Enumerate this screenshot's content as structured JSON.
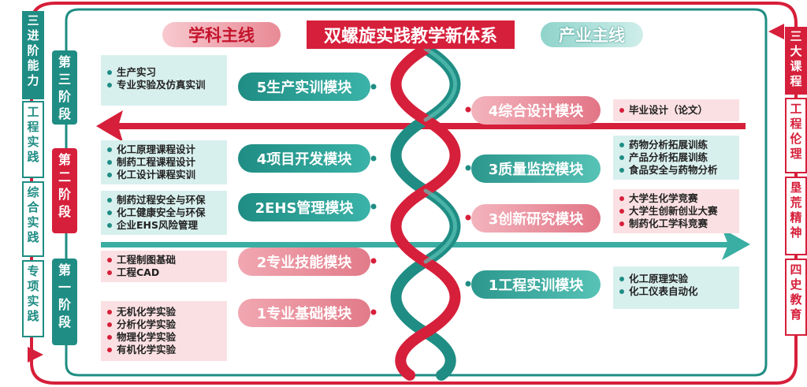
{
  "header": {
    "left": "学科主线",
    "center": "双螺旋实践教学新体系",
    "right": "产业主线"
  },
  "left_side": {
    "title": "三进阶能力",
    "items": [
      "工程实践",
      "综合实践",
      "专项实践"
    ]
  },
  "right_side": {
    "title": "三大课程",
    "items": [
      "工程伦理",
      "垦荒精神",
      "四史教育"
    ]
  },
  "stages": {
    "third": "第三阶段",
    "second": "第二阶段",
    "first": "第一阶段"
  },
  "left_modules": [
    {
      "label": "5生产实训模块",
      "items": [
        "生产实习",
        "专业实验及仿真实训"
      ]
    },
    {
      "label": "4项目开发模块",
      "items": [
        "化工原理课程设计",
        "制药工程课程设计",
        "化工设计课程实训"
      ]
    },
    {
      "label": "2EHS管理模块",
      "items": [
        "制药过程安全与环保",
        "化工健康安全与环保",
        "企业EHS风险管理"
      ]
    },
    {
      "label": "2专业技能模块",
      "items": [
        "工程制图基础",
        "工程CAD"
      ]
    },
    {
      "label": "1专业基础模块",
      "items": [
        "无机化学实验",
        "分析化学实验",
        "物理化学实验",
        "有机化学实验"
      ]
    }
  ],
  "right_modules": [
    {
      "label": "4综合设计模块",
      "items": [
        "毕业设计（论文）"
      ]
    },
    {
      "label": "3质量监控模块",
      "items": [
        "药物分析拓展训练",
        "产品分析拓展训练",
        "食品安全与药物分析"
      ]
    },
    {
      "label": "3创新研究模块",
      "items": [
        "大学生化学竞赛",
        "大学生创新创业大赛",
        "制药化工学科竞赛"
      ]
    },
    {
      "label": "1工程实训模块",
      "items": [
        "化工原理实验",
        "化工仪表自动化"
      ]
    }
  ],
  "colors": {
    "red": "#d61f3a",
    "teal": "#1f8d84",
    "light_teal": "#d8f0ed",
    "light_pink": "#fbe0e3"
  }
}
